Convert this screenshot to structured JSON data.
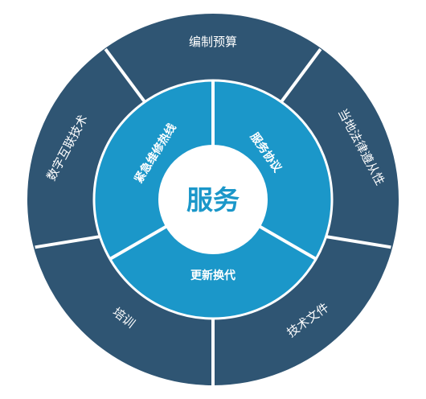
{
  "center": {
    "label": "服务"
  },
  "inner_ring": [
    {
      "label": "紧急维修热线"
    },
    {
      "label": "服务协议"
    },
    {
      "label": "更新换代"
    }
  ],
  "outer_ring": [
    {
      "label": "编制预算"
    },
    {
      "label": "当地法律遵从性"
    },
    {
      "label": "技术文件"
    },
    {
      "label": "培训"
    },
    {
      "label": "数字互联技术"
    }
  ],
  "colors": {
    "outer": "#2f5573",
    "inner": "#1b97c9",
    "center_fill": "#ffffff",
    "center_text": "#1b97c9",
    "dividers": "#ffffff"
  }
}
